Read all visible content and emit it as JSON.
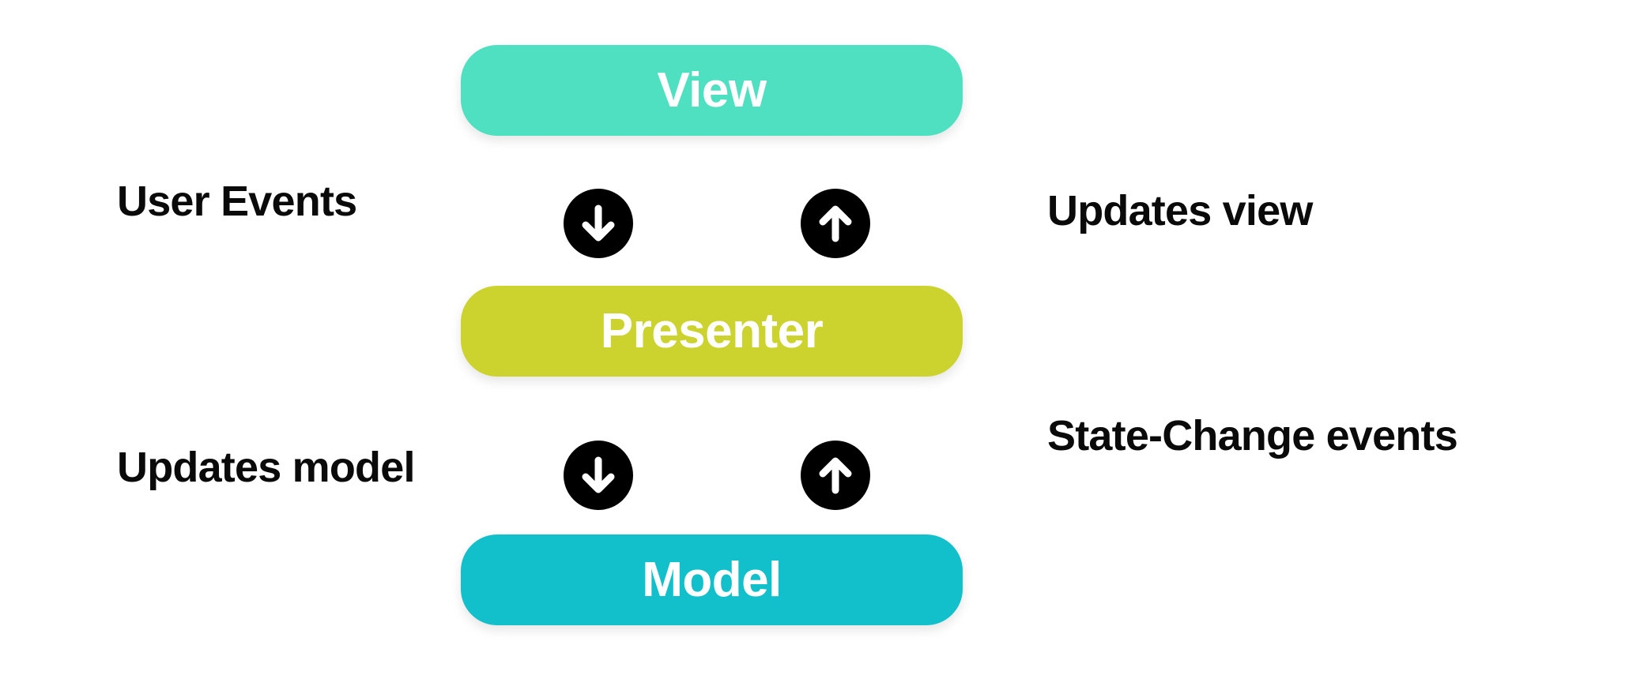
{
  "diagram": {
    "title": "MVP (Model-View-Presenter) architecture diagram",
    "background_color": "#ffffff"
  },
  "layers": [
    {
      "id": "view",
      "label": "View",
      "color": "#4EE0C0",
      "text_color": "#ffffff"
    },
    {
      "id": "presenter",
      "label": "Presenter",
      "color": "#CCD22E",
      "text_color": "#ffffff"
    },
    {
      "id": "model",
      "label": "Model",
      "color": "#12C0CB",
      "text_color": "#ffffff"
    }
  ],
  "connections": [
    {
      "id": "view-to-presenter",
      "direction": "down",
      "icon": "arrow-down-circle-icon",
      "label": "User Events",
      "label_side": "left"
    },
    {
      "id": "presenter-to-view",
      "direction": "up",
      "icon": "arrow-up-circle-icon",
      "label": "Updates view",
      "label_side": "right"
    },
    {
      "id": "presenter-to-model",
      "direction": "down",
      "icon": "arrow-down-circle-icon",
      "label": "Updates model",
      "label_side": "left"
    },
    {
      "id": "model-to-presenter",
      "direction": "up",
      "icon": "arrow-up-circle-icon",
      "label": "State-Change events",
      "label_side": "right"
    }
  ],
  "annotations": {
    "user_events": "User Events",
    "updates_view": "Updates view",
    "updates_model": "Updates model",
    "state_change_events": "State-Change events"
  },
  "icon_colors": {
    "badge_fill": "#000000",
    "arrow_stroke": "#ffffff"
  }
}
